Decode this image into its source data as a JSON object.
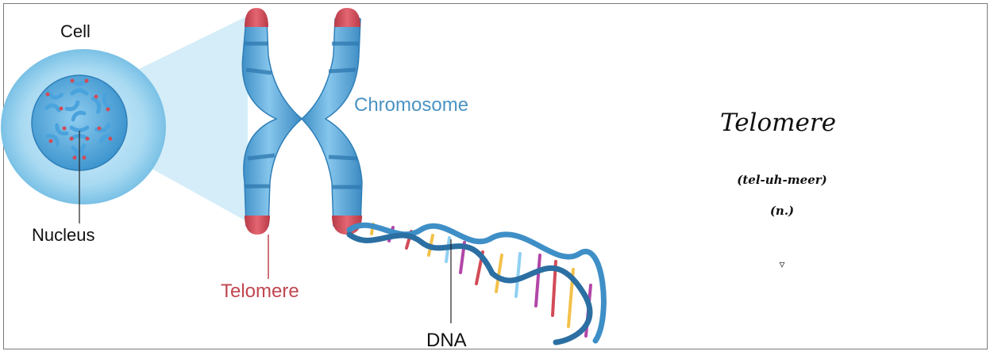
{
  "diagram": {
    "labels": {
      "cell": "Cell",
      "nucleus": "Nucleus",
      "chromosome": "Chromosome",
      "telomere": "Telomere",
      "dna": "DNA"
    }
  },
  "definition": {
    "term": "Telomere",
    "pronunciation": "(tel-uh-meer)",
    "part_of_speech": "(n.)",
    "ornament_icon": "triangle-ornament-icon"
  },
  "colors": {
    "chromosome_blue": "#5fa9d6",
    "telomere_red": "#d24b57",
    "chromosome_label": "#4b93c3",
    "telomere_label": "#c0464f",
    "cell_blue": "#9fd3ef"
  }
}
